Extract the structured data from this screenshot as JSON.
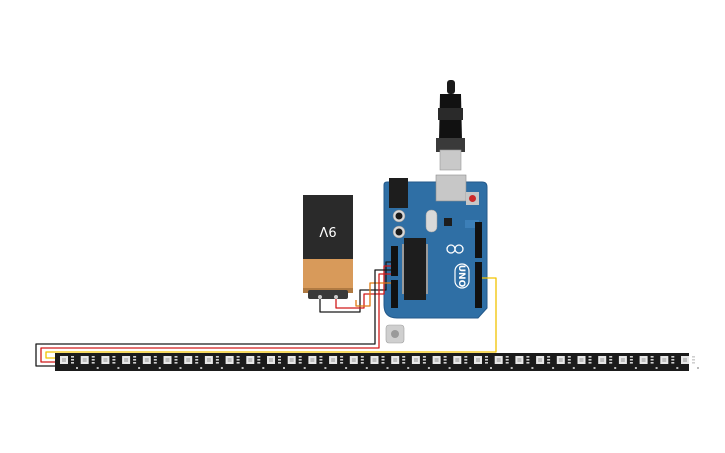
{
  "battery": {
    "label": "9V"
  },
  "arduino": {
    "model_label": "UNO"
  },
  "led_strip": {
    "led_count": 31
  },
  "colors": {
    "board": "#2f6fa5",
    "board_edge": "#24598a",
    "battery_body": "#2a2a2a",
    "battery_cap": "#d89a5a",
    "wire_red": "#d11a1a",
    "wire_black": "#1a1a1a",
    "wire_yellow": "#f2c300",
    "wire_orange": "#e07a10",
    "strip": "#1b1b1b",
    "led_chip": "#e8e8e8"
  }
}
